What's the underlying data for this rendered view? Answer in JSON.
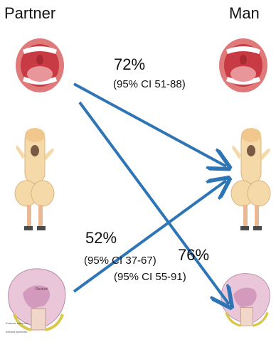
{
  "columns": {
    "left": "Partner",
    "right": "Man"
  },
  "rows": [
    "mouth-icon",
    "penis-costume-icon",
    "anus-diagram-icon"
  ],
  "arrows": [
    {
      "from": "Partner mouth",
      "to": "Man penis",
      "percent": "72%",
      "ci": "(95% CI 51-88)"
    },
    {
      "from": "Partner anus",
      "to": "Man penis",
      "percent": "52%",
      "ci": "(95% CI 37-67)"
    },
    {
      "from": "Partner mouth",
      "to": "Man anus",
      "percent": "76%",
      "ci": "(95% CI 55-91)"
    }
  ],
  "anatomy_labels": {
    "rectum": "Rectum",
    "external": "External sphincter",
    "internal": "Internal sphincter"
  },
  "colors": {
    "arrow": "#2e75b6",
    "lips": "#e07a7a",
    "mouth_inner": "#c93b44",
    "tongue": "#e9969a",
    "skin": "#f5d9a8"
  }
}
